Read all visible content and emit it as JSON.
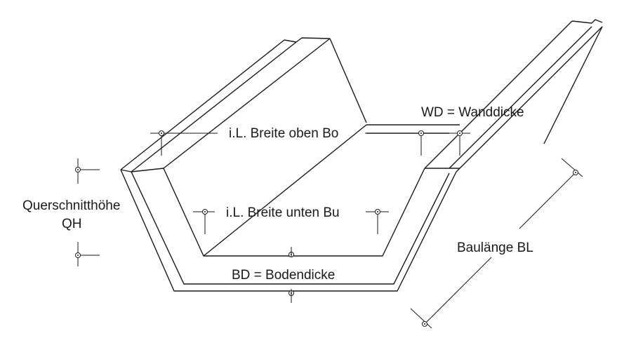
{
  "labels": {
    "wall_thickness": "WD = Wanddicke",
    "inner_width_top": "i.L. Breite oben Bo",
    "inner_width_bottom": "i.L. Breite unten Bu",
    "section_height_line1": "Querschnitthöhe",
    "section_height_line2": "QH",
    "floor_thickness": "BD = Bodendicke",
    "construction_length": "Baulänge BL"
  }
}
